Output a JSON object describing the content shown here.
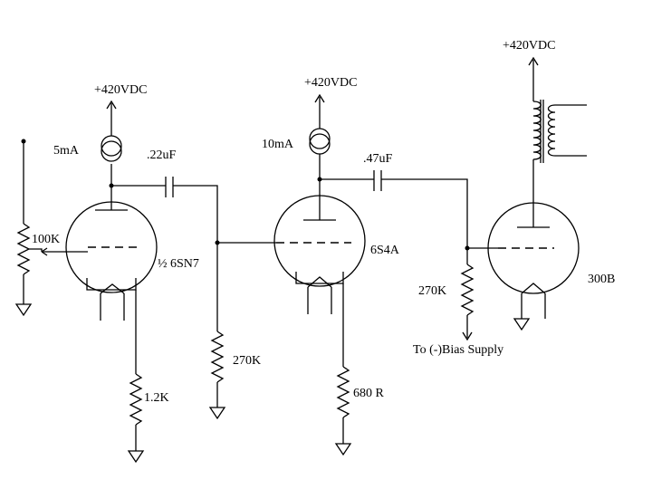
{
  "supplies": {
    "stage1": "+420VDC",
    "stage2": "+420VDC",
    "output": "+420VDC"
  },
  "currents": {
    "stage1": "5mA",
    "stage2": "10mA"
  },
  "capacitors": {
    "c1": ".22uF",
    "c2": ".47uF"
  },
  "resistors": {
    "volume_pot": "100K",
    "cathode1": "1.2K",
    "grid2": "270K",
    "cathode2": "680 R",
    "grid3": "270K"
  },
  "tubes": {
    "v1": "½  6SN7",
    "v2": "6S4A",
    "v3": "300B"
  },
  "notes": {
    "bias": "To (-)Bias Supply"
  }
}
